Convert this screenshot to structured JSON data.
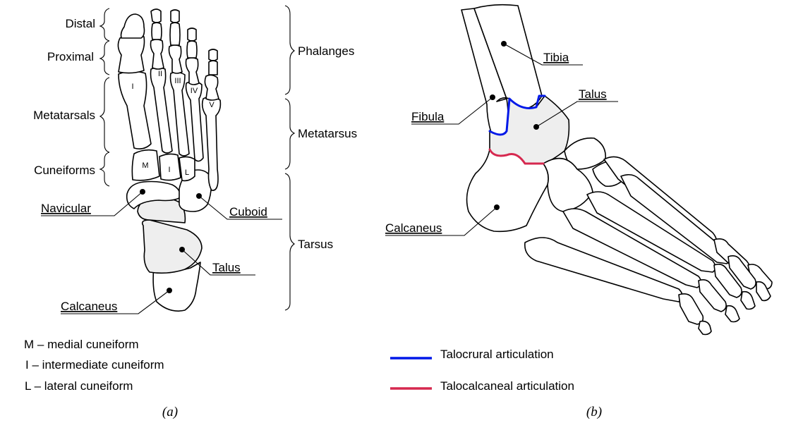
{
  "panel_a": {
    "caption": "(a)",
    "left_groups": {
      "distal": "Distal",
      "proximal": "Proximal",
      "metatarsals": "Metatarsals",
      "cuneiforms": "Cuneiforms"
    },
    "right_groups": {
      "phalanges": "Phalanges",
      "metatarsus": "Metatarsus",
      "tarsus": "Tarsus"
    },
    "bone_labels": {
      "navicular": "Navicular",
      "cuboid": "Cuboid",
      "talus": "Talus",
      "calcaneus": "Calcaneus"
    },
    "roman_numerals": [
      "I",
      "II",
      "III",
      "IV",
      "V"
    ],
    "cuneiform_letters": [
      "M",
      "I",
      "L"
    ],
    "legend": [
      {
        "key": "M",
        "sep": "–",
        "text": "medial cuneiform"
      },
      {
        "key": "I",
        "sep": "–",
        "text": "intermediate cuneiform"
      },
      {
        "key": "L",
        "sep": "–",
        "text": "lateral cuneiform"
      }
    ]
  },
  "panel_b": {
    "caption": "(b)",
    "bone_labels": {
      "tibia": "Tibia",
      "talus": "Talus",
      "fibula": "Fibula",
      "calcaneus": "Calcaneus"
    },
    "legend": [
      {
        "label": "Talocrural articulation",
        "color": "#0018e8"
      },
      {
        "label": "Talocalcaneal articulation",
        "color": "#d6284f"
      }
    ]
  }
}
